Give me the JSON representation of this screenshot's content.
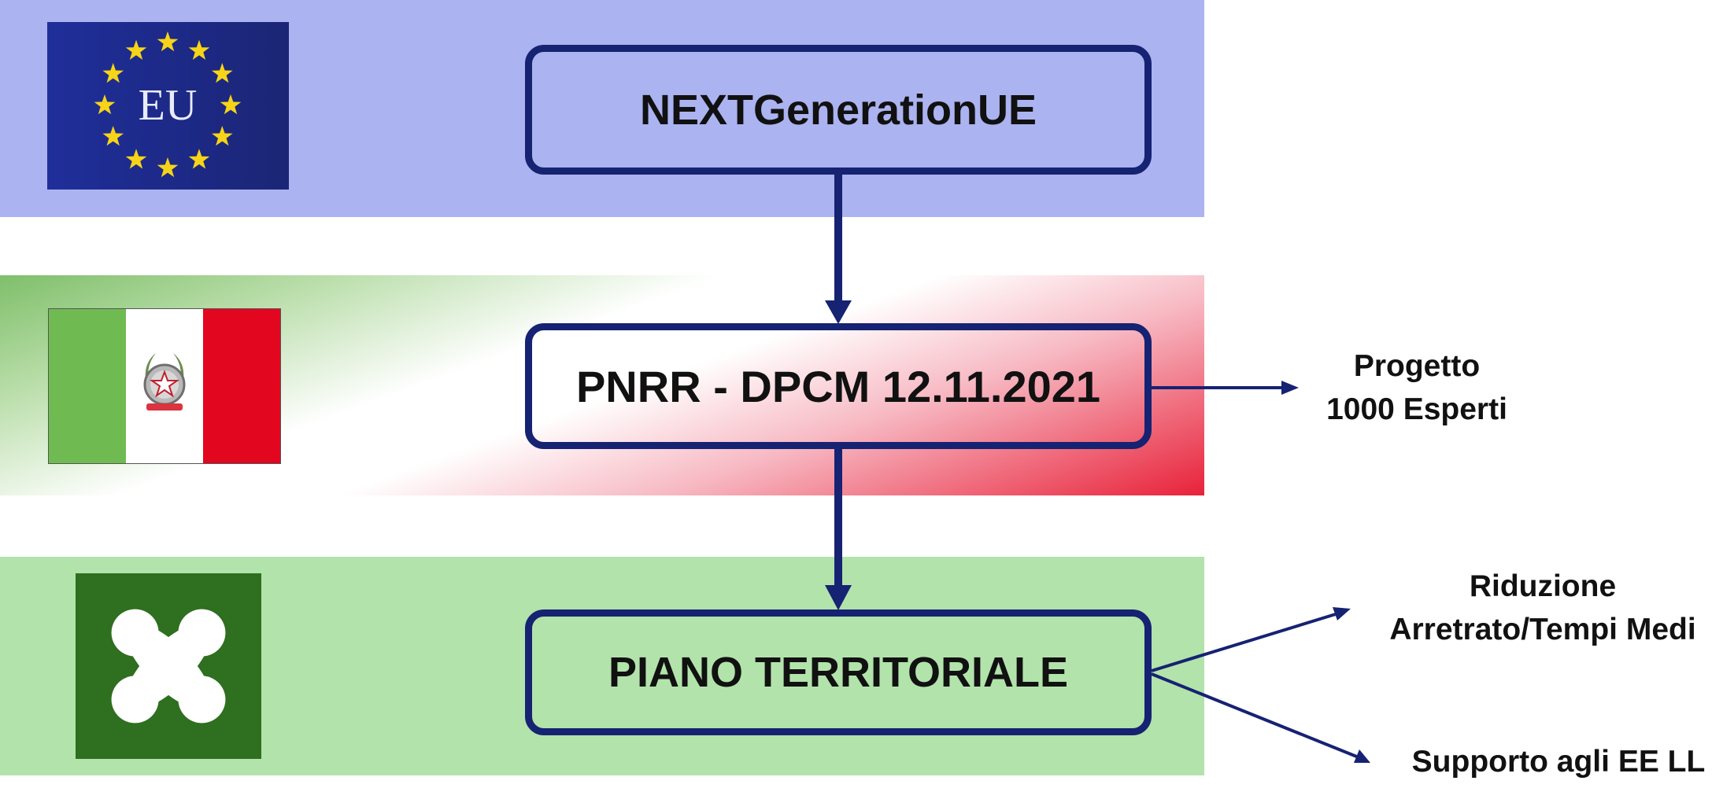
{
  "colors": {
    "eu_band": "#abb3f0",
    "lombardia_band": "#b2e3ab",
    "connector": "#162272",
    "eu_star": "#f7d417"
  },
  "flags": {
    "eu": {
      "text": "EU"
    },
    "italy": {
      "emblem": "emblem-of-italy-icon"
    },
    "lombardia": {
      "emblem": "rosa-camuna-icon"
    }
  },
  "nodes": {
    "ngeu": "NEXTGenerationUE",
    "pnrr": "PNRR - DPCM 12.11.2021",
    "piano": "PIANO TERRITORIALE"
  },
  "outputs": {
    "progetto": [
      "Progetto",
      "1000 Esperti"
    ],
    "riduzione": [
      "Riduzione",
      "Arretrato/Tempi Medi"
    ],
    "supporto": "Supporto agli EE LL"
  }
}
